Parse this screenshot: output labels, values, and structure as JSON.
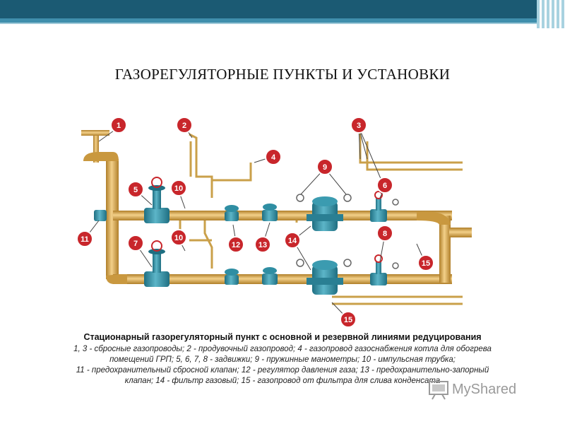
{
  "slide": {
    "title": "ГАЗОРЕГУЛЯТОРНЫЕ ПУНКТЫ И УСТАНОВКИ"
  },
  "diagram": {
    "callouts": [
      "1",
      "2",
      "3",
      "4",
      "5",
      "6",
      "7",
      "8",
      "9",
      "10",
      "10",
      "11",
      "12",
      "13",
      "14",
      "15",
      "15"
    ],
    "colors": {
      "pipe": "#d9a84a",
      "pipe_dark": "#b07f2a",
      "equipment": "#2f8ea3",
      "callout": "#c8262b"
    }
  },
  "caption": {
    "heading": "Стационарный газорегуляторный пункт с основной и резервной линиями редуцирования",
    "lines": [
      "1, 3 - сбросные газопроводы; 2 - продувочный газопровод; 4 - газопровод газоснабжения котла для обогрева",
      "помещений ГРП; 5, 6, 7, 8 - задвижки; 9 - пружинные манометры; 10 - импульсная трубка;",
      "11 - предохранительный сбросной клапан; 12 - регулятор давления газа; 13 - предохранительно-запорный",
      "клапан; 14 - фильтр газовый; 15 - газопровод от фильтра для слива конденсата"
    ]
  },
  "watermark": {
    "text": "MyShared"
  }
}
